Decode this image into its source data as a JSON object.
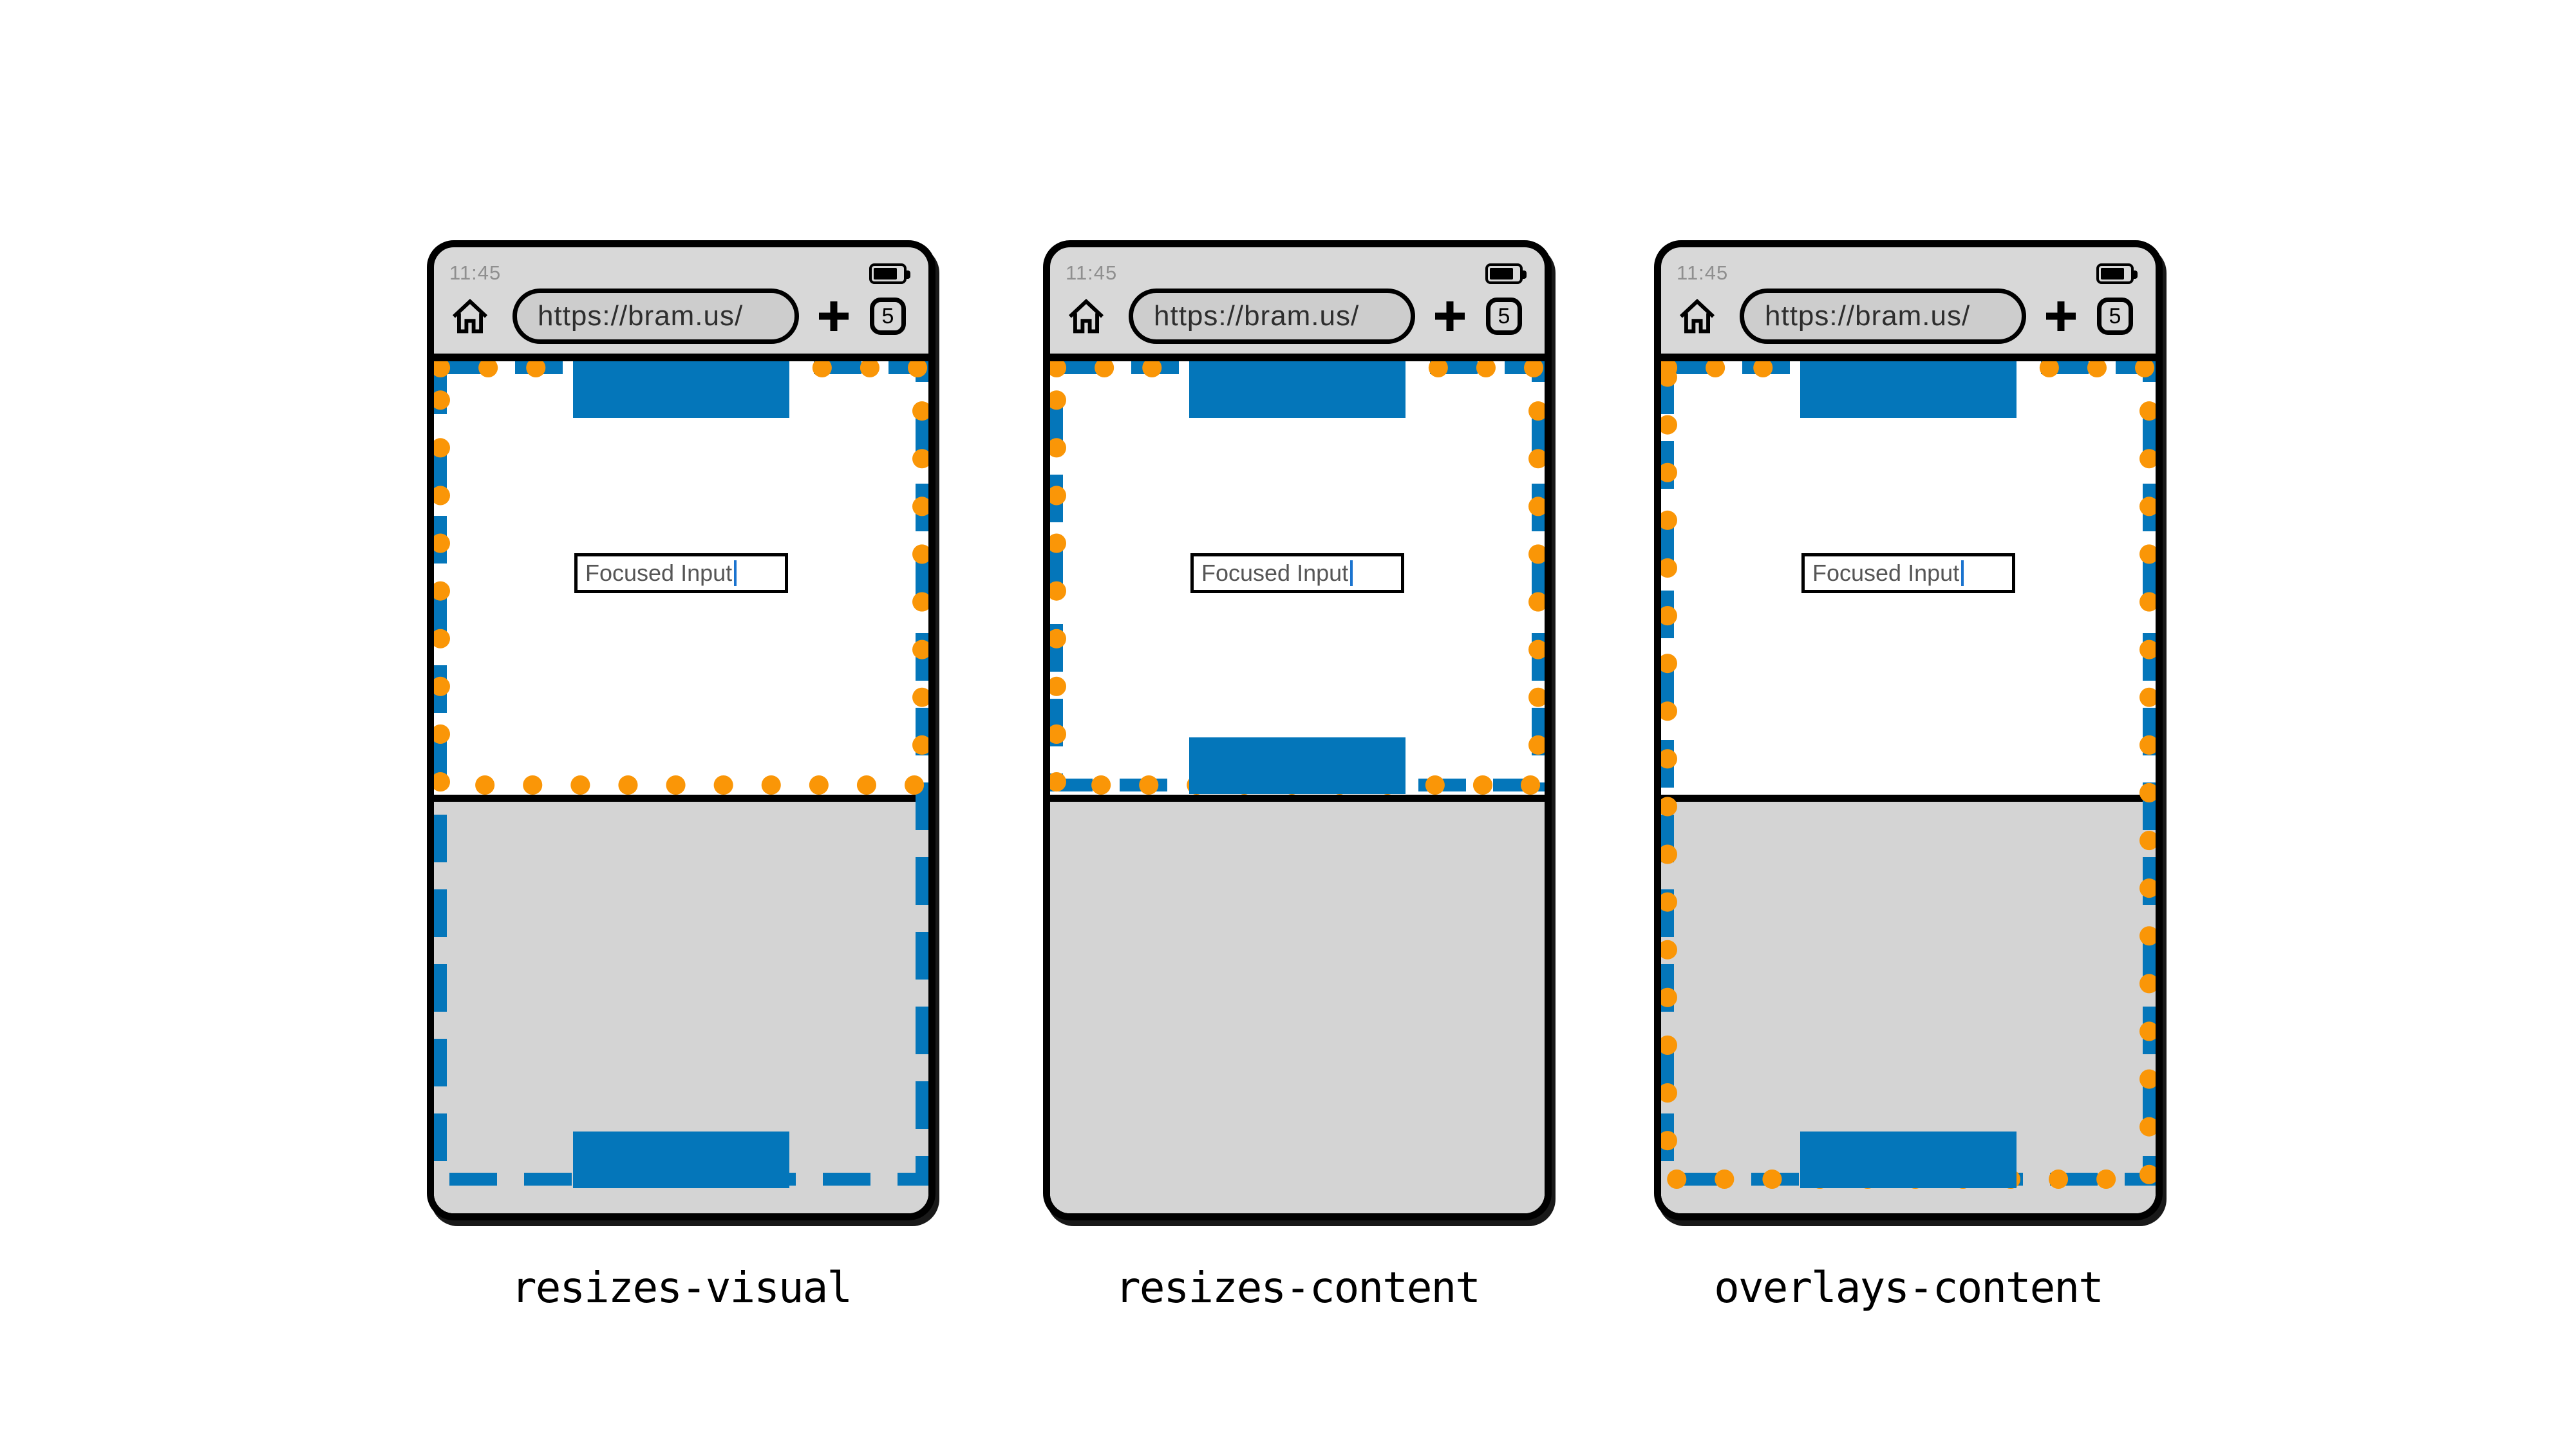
{
  "colors": {
    "layout_viewport_blue": "#0476BA",
    "visual_viewport_orange": "#FA9607",
    "phone_chrome_gray": "#D8D8D8",
    "keyboard_gray": "#D4D4D4",
    "url_pill_gray": "#CDCDCD",
    "frame_black": "#000000",
    "caret_blue": "#1B74CF",
    "time_gray": "#8F8F8F",
    "input_text_gray": "#565656"
  },
  "icons": {
    "home": "home-icon",
    "new_tab": "plus-icon",
    "tabs": "tab-counter",
    "battery": "battery-icon",
    "caret": "text-caret"
  },
  "phones": [
    {
      "label": "resizes-visual",
      "status_bar": {
        "time": "11:45"
      },
      "toolbar": {
        "url": "https://bram.us/",
        "tab_count": "5"
      },
      "page": {
        "input_value": "Focused Input"
      }
    },
    {
      "label": "resizes-content",
      "status_bar": {
        "time": "11:45"
      },
      "toolbar": {
        "url": "https://bram.us/",
        "tab_count": "5"
      },
      "page": {
        "input_value": "Focused Input"
      }
    },
    {
      "label": "overlays-content",
      "status_bar": {
        "time": "11:45"
      },
      "toolbar": {
        "url": "https://bram.us/",
        "tab_count": "5"
      },
      "page": {
        "input_value": "Focused Input"
      }
    }
  ]
}
